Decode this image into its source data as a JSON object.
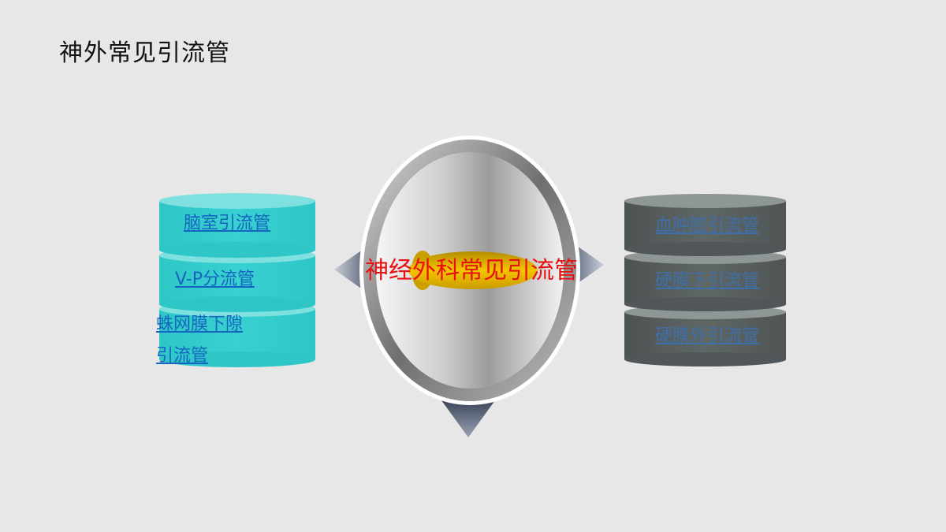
{
  "slide": {
    "title": "神外常见引流管"
  },
  "center": {
    "label": "神经外科常见引流管"
  },
  "left_stack": {
    "items": [
      {
        "label": "脑室引流管"
      },
      {
        "label": "V-P分流管"
      },
      {
        "label": "蛛网膜下隙",
        "label_line2": "引流管"
      }
    ]
  },
  "right_stack": {
    "items": [
      {
        "label": "血肿腔引流管"
      },
      {
        "label": "硬膜下引流管"
      },
      {
        "label": "硬膜外引流管"
      }
    ]
  },
  "colors": {
    "background": "#e7e7e7",
    "left_cylinder": "#33cccc",
    "left_cylinder_top": "#7fe0e0",
    "right_cylinder": "#585c5b",
    "right_cylinder_top": "#8f9796",
    "link_text": "#1565c0",
    "center_text": "#e81010",
    "center_lens": "#f2c200"
  }
}
